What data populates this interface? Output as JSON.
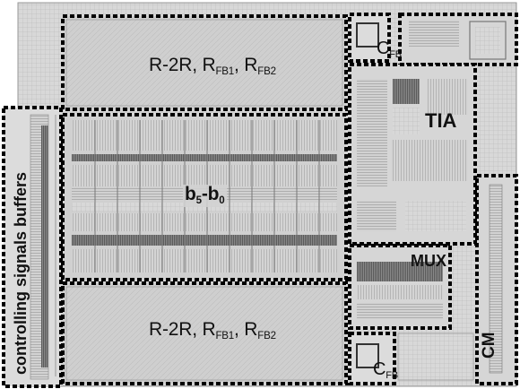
{
  "labels": {
    "r2r_top": {
      "main": "R-2R, R",
      "sub1": "FB1",
      "mid": ", R",
      "sub2": "FB2"
    },
    "r2r_bottom": {
      "main": "R-2R, R",
      "sub1": "FB1",
      "mid": ", R",
      "sub2": "FB2"
    },
    "cfb_top": {
      "main": "C",
      "sub": "FB"
    },
    "cfb_bottom": {
      "main": "C",
      "sub": "FB"
    },
    "tia": "TIA",
    "bits": {
      "b1": "b",
      "s1": "5",
      "dash": "-b",
      "s2": "0"
    },
    "mux": "MUX",
    "cm": "CM",
    "buffers": "controlling signals buffers"
  },
  "colors": {
    "die_background": "#d6d6d6",
    "resistor_fill": "#c9c9c9",
    "block_border": "#000000",
    "dark_cells": "#6e6e6e"
  }
}
